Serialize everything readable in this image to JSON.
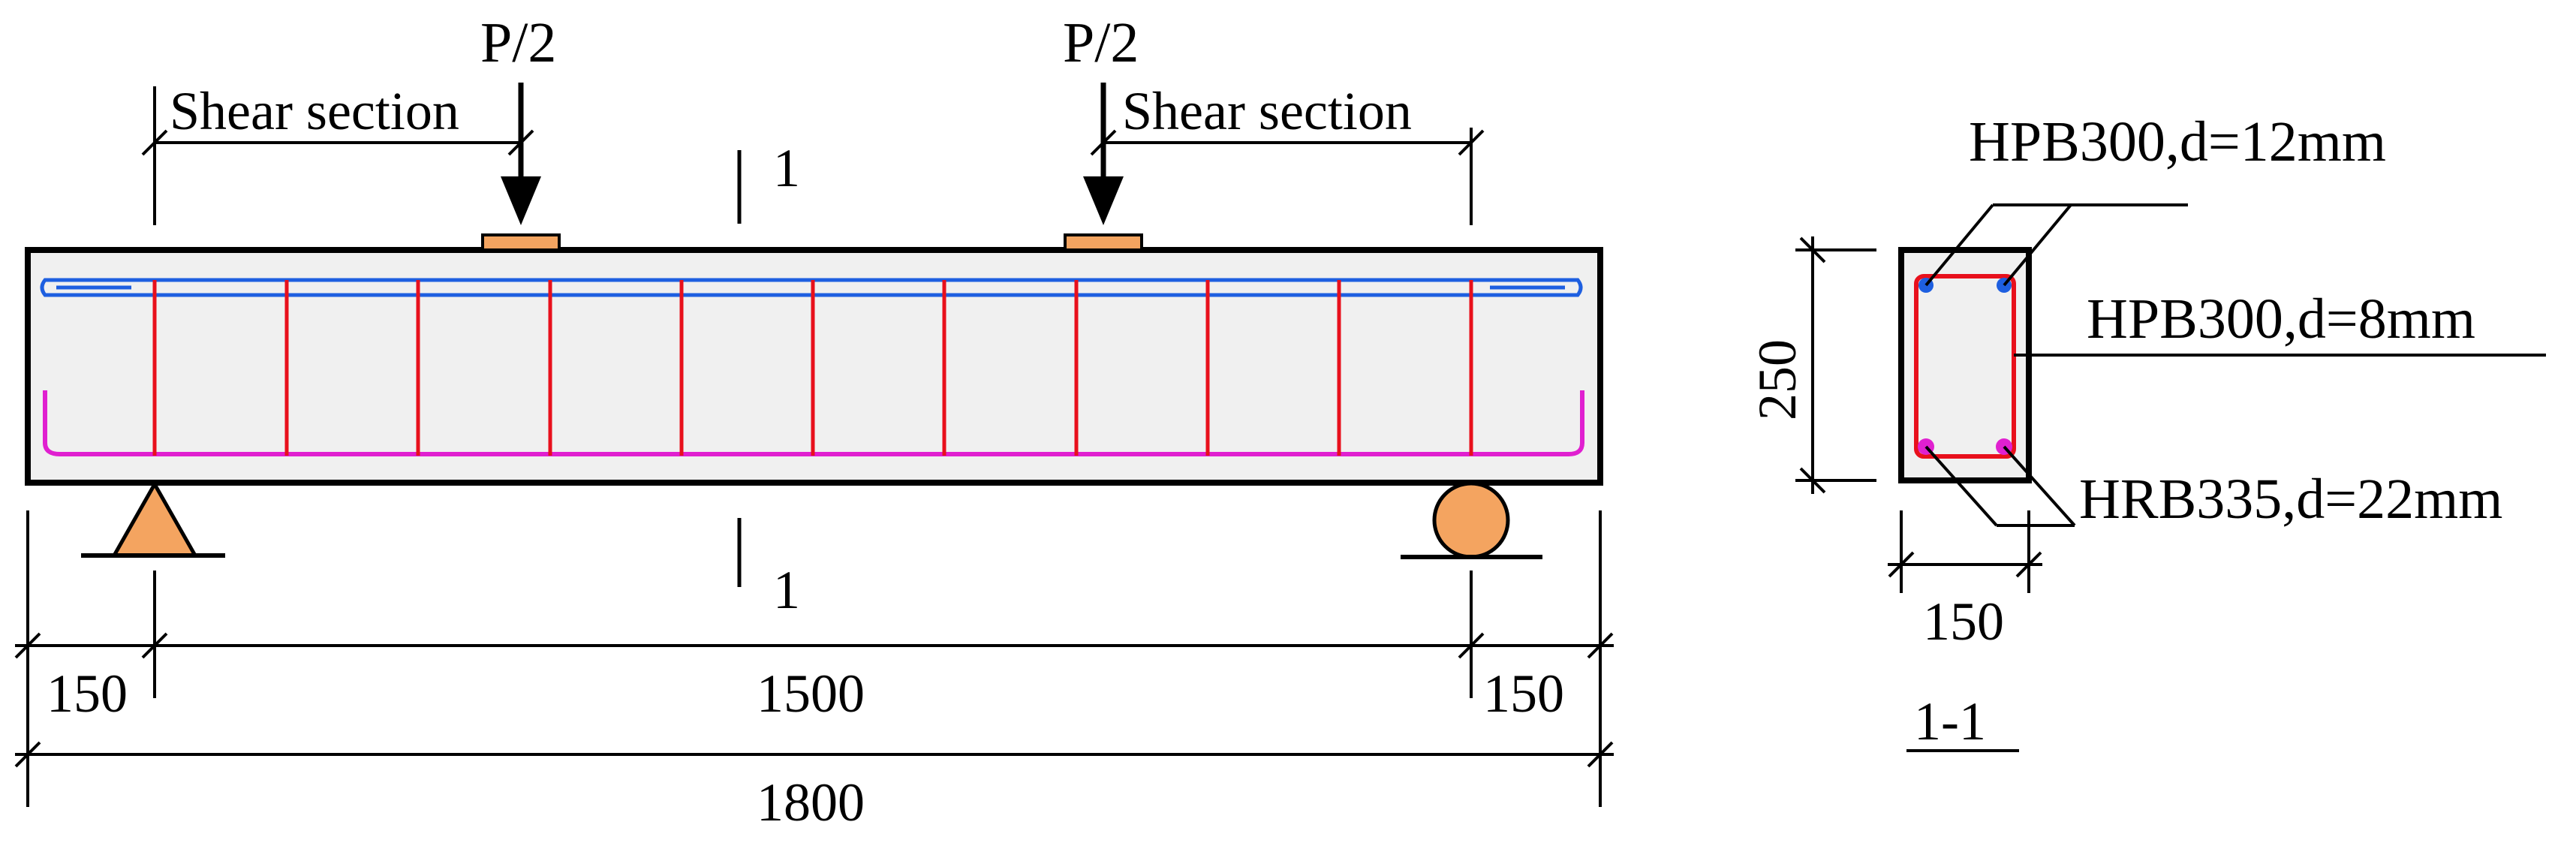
{
  "elevation": {
    "loads": [
      {
        "label": "P/2"
      },
      {
        "label": "P/2"
      }
    ],
    "shear_section_left": "Shear section",
    "shear_section_right": "Shear section",
    "section_mark_top": "1",
    "section_mark_bottom": "1",
    "dimensions": {
      "left_overhang": "150",
      "span": "1500",
      "right_overhang": "150",
      "total_length": "1800"
    }
  },
  "cross_section": {
    "title": "1-1",
    "height": "250",
    "width": "150",
    "rebar_labels": {
      "top_bars": "HPB300,d=12mm",
      "stirrups": "HPB300,d=8mm",
      "bottom_bars": "HRB335,d=22mm"
    }
  },
  "colors": {
    "concrete_fill": "#f0f0f0",
    "outline": "#000000",
    "top_bar": "#1e5fe0",
    "bottom_bar": "#e020d0",
    "stirrup": "#e8101c",
    "support": "#f4a460",
    "load_plate": "#f4a460"
  }
}
